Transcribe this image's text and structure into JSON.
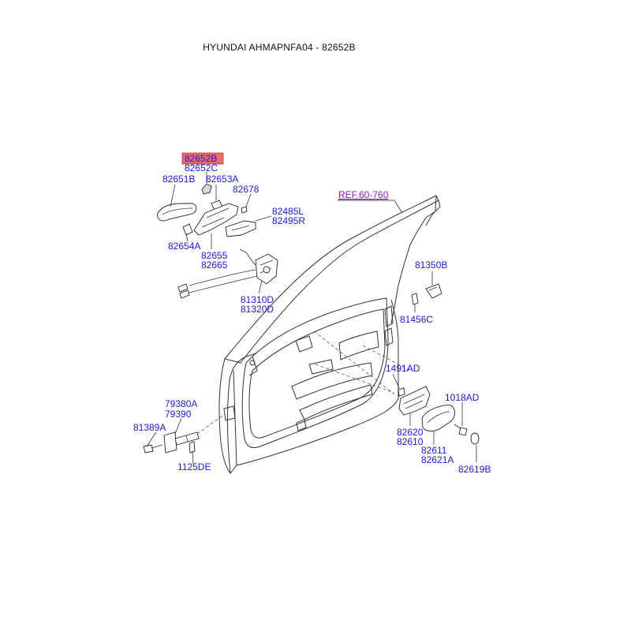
{
  "title": "HYUNDAI AHMAPNFA04 - 82652B",
  "highlight_color": "#f06a6a",
  "label_color": "#1a1ad6",
  "ref_color": "#8a1ab4",
  "parts": {
    "p82652B": "82652B",
    "p82652C": "82652C",
    "p82651B": "82651B",
    "p82653A": "82653A",
    "p82678": "82678",
    "p82485L": "82485L",
    "p82495R": "82495R",
    "p82654A": "82654A",
    "p82655": "82655",
    "p82665": "82665",
    "ref": "REF.60-760",
    "p81350B": "81350B",
    "p81310D": "81310D",
    "p81320D": "81320D",
    "p81456C": "81456C",
    "p1491AD": "1491AD",
    "p1018AD": "1018AD",
    "p79380A": "79380A",
    "p79390": "79390",
    "p81389A": "81389A",
    "p82620": "82620",
    "p82610": "82610",
    "p82611": "82611",
    "p82621A": "82621A",
    "p82619B": "82619B",
    "p1125DE": "1125DE"
  }
}
